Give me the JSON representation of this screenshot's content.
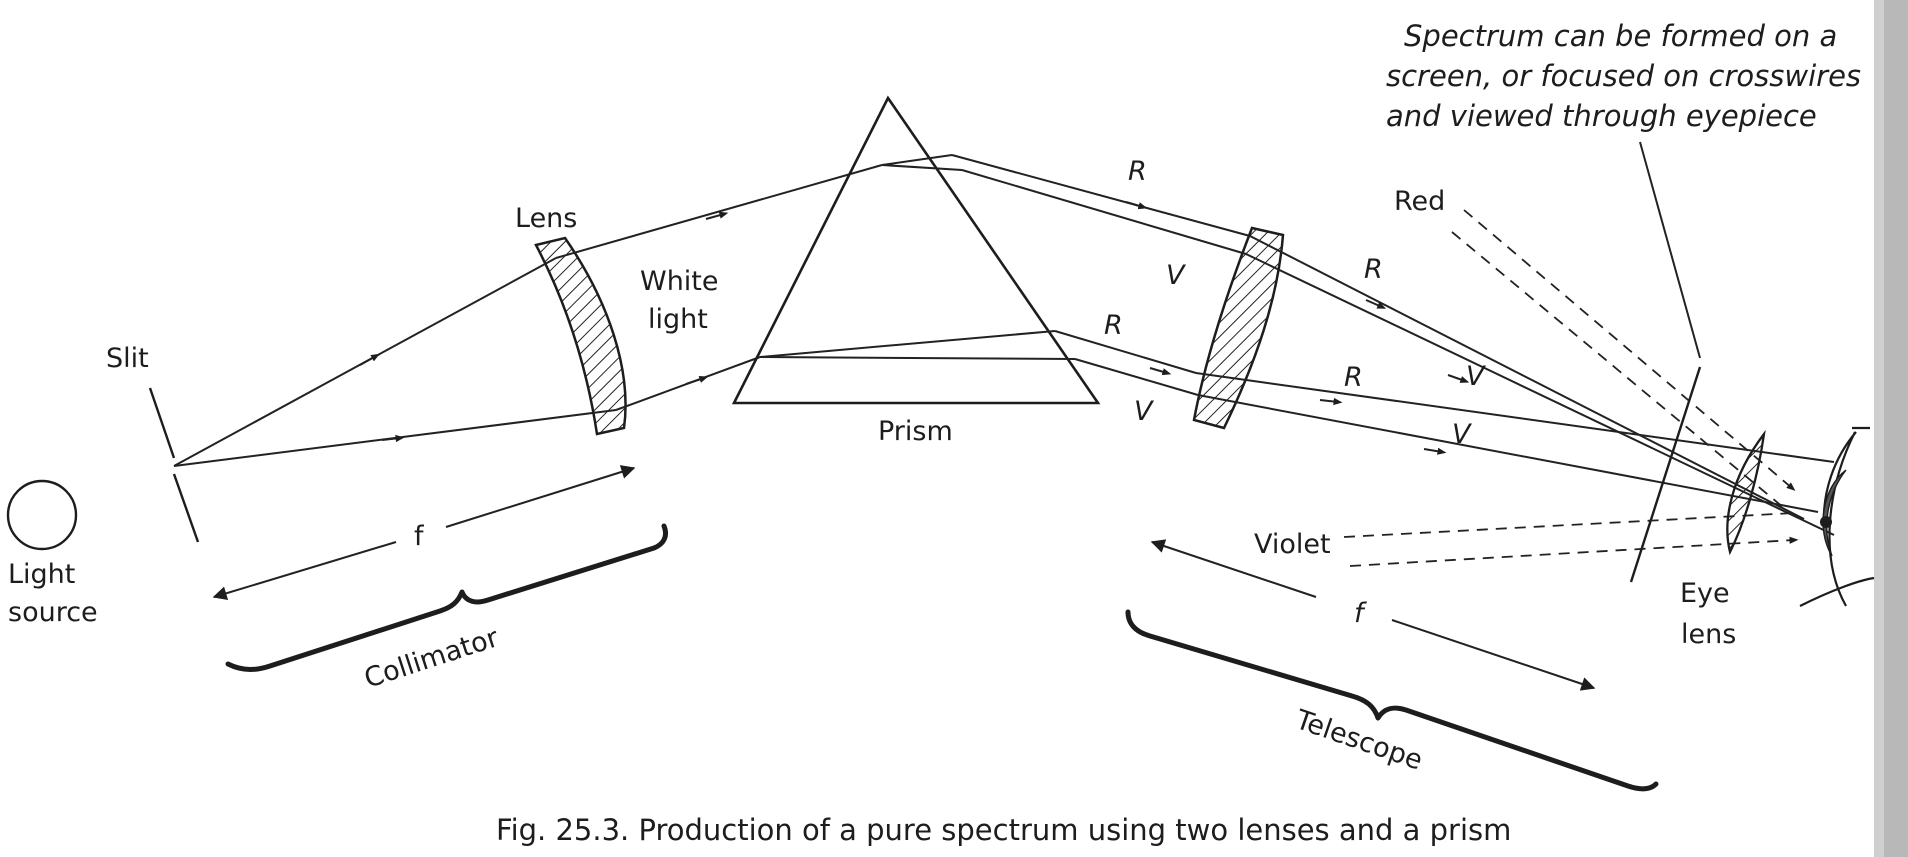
{
  "labels": {
    "light_source_line1": "Light",
    "light_source_line2": "source",
    "slit": "Slit",
    "lens": "Lens",
    "white_light_line1": "White",
    "white_light_line2": "light",
    "prism": "Prism",
    "collimator": "Collimator",
    "f_collimator": "f",
    "f_telescope": "f",
    "telescope": "Telescope",
    "red": "Red",
    "violet": "Violet",
    "eye_lens_line1": "Eye",
    "eye_lens_line2": "lens",
    "ray_r1": "R",
    "ray_v1": "V",
    "ray_r2": "R",
    "ray_v2": "V",
    "ray_r3": "R",
    "ray_v3": "V",
    "ray_r4": "R",
    "ray_v4": "V"
  },
  "note": {
    "line1": "Spectrum  can  be  formed  on  a",
    "line2": "screen,  or  focused  on  crosswires",
    "line3": "and  viewed  through  eyepiece"
  },
  "caption": "Fig. 25.3. Production of a pure spectrum using two lenses and a prism"
}
